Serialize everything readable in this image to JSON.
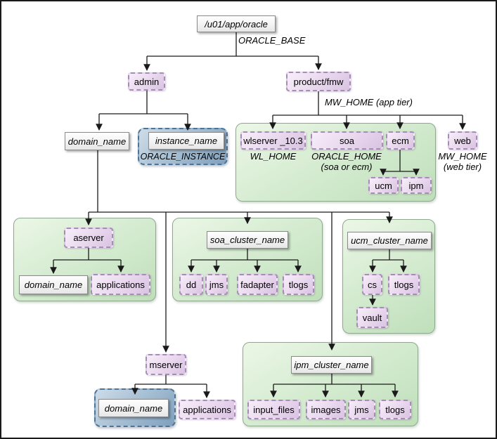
{
  "nodes": {
    "root": "/u01/app/oracle",
    "admin": "admin",
    "product_fmw": "product/fmw",
    "domain_name_admin": "domain_name",
    "instance_name": "instance_name",
    "wlserver": "wlserver _10.3",
    "soa": "soa",
    "ecm": "ecm",
    "ucm": "ucm",
    "ipm": "ipm",
    "web": "web",
    "aserver": "aserver",
    "domain_name_aserver": "domain_name",
    "applications_aserver": "applications",
    "soa_cluster_name": "soa_cluster_name",
    "dd": "dd",
    "jms_soa": "jms",
    "fadapter": "fadapter",
    "tlogs_soa": "tlogs",
    "ucm_cluster_name": "ucm_cluster_name",
    "cs": "cs",
    "tlogs_ucm": "tlogs",
    "vault": "vault",
    "mserver": "mserver",
    "domain_name_mserver": "domain_name",
    "applications_mserver": "applications",
    "ipm_cluster_name": "ipm_cluster_name",
    "input_files": "input_files",
    "images": "images",
    "jms_ipm": "jms",
    "tlogs_ipm": "tlogs"
  },
  "annotations": {
    "oracle_base": "ORACLE_BASE",
    "mw_home_app": "MW_HOME (app tier)",
    "wl_home": "WL_HOME",
    "oracle_home_line1": "ORACLE_HOME",
    "oracle_home_line2": "(soa or ecm)",
    "mw_home_web_line1": "MW_HOME",
    "mw_home_web_line2": "(web tier)",
    "oracle_instance": "ORACLE_INSTANCE"
  },
  "colors": {
    "purple_box_fill": "#ead9ef",
    "purple_box_border": "#a58db6",
    "green_container_fill": "#d6ecd2",
    "green_container_border": "#8fa98f",
    "blue_container_fill": "#a9c1d5",
    "blue_container_border": "#4e7396",
    "white_box_fill": "#f3f3f3",
    "connector_line": "#1a1a1a"
  }
}
